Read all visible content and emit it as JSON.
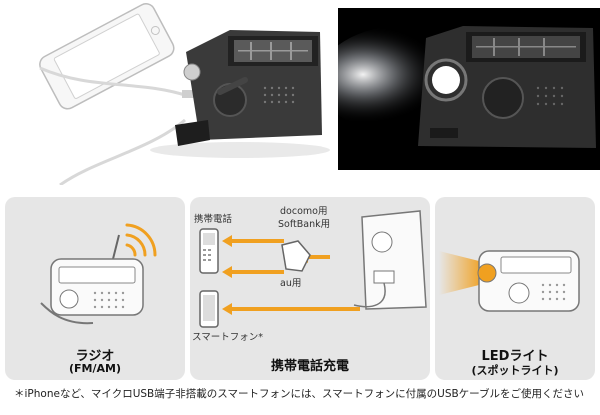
{
  "features": [
    {
      "title": "ラジオ",
      "subtitle": "(FM/AM)"
    },
    {
      "title": "携帯電話充電",
      "labels": {
        "phone_top": "携帯電話",
        "docomo": "docomo用",
        "softbank": "SoftBank用",
        "au": "au用",
        "smartphone": "スマートフォン*"
      }
    },
    {
      "title": "LEDライト",
      "subtitle": "(スポットライト)"
    }
  ],
  "footnote": "＊iPhoneなど、マイクロUSB端子非搭載のスマートフォンには、スマートフォンに付属のUSBケーブルをご使用ください",
  "colors": {
    "accent": "#f0a020",
    "panel": "#e6e6e6"
  }
}
